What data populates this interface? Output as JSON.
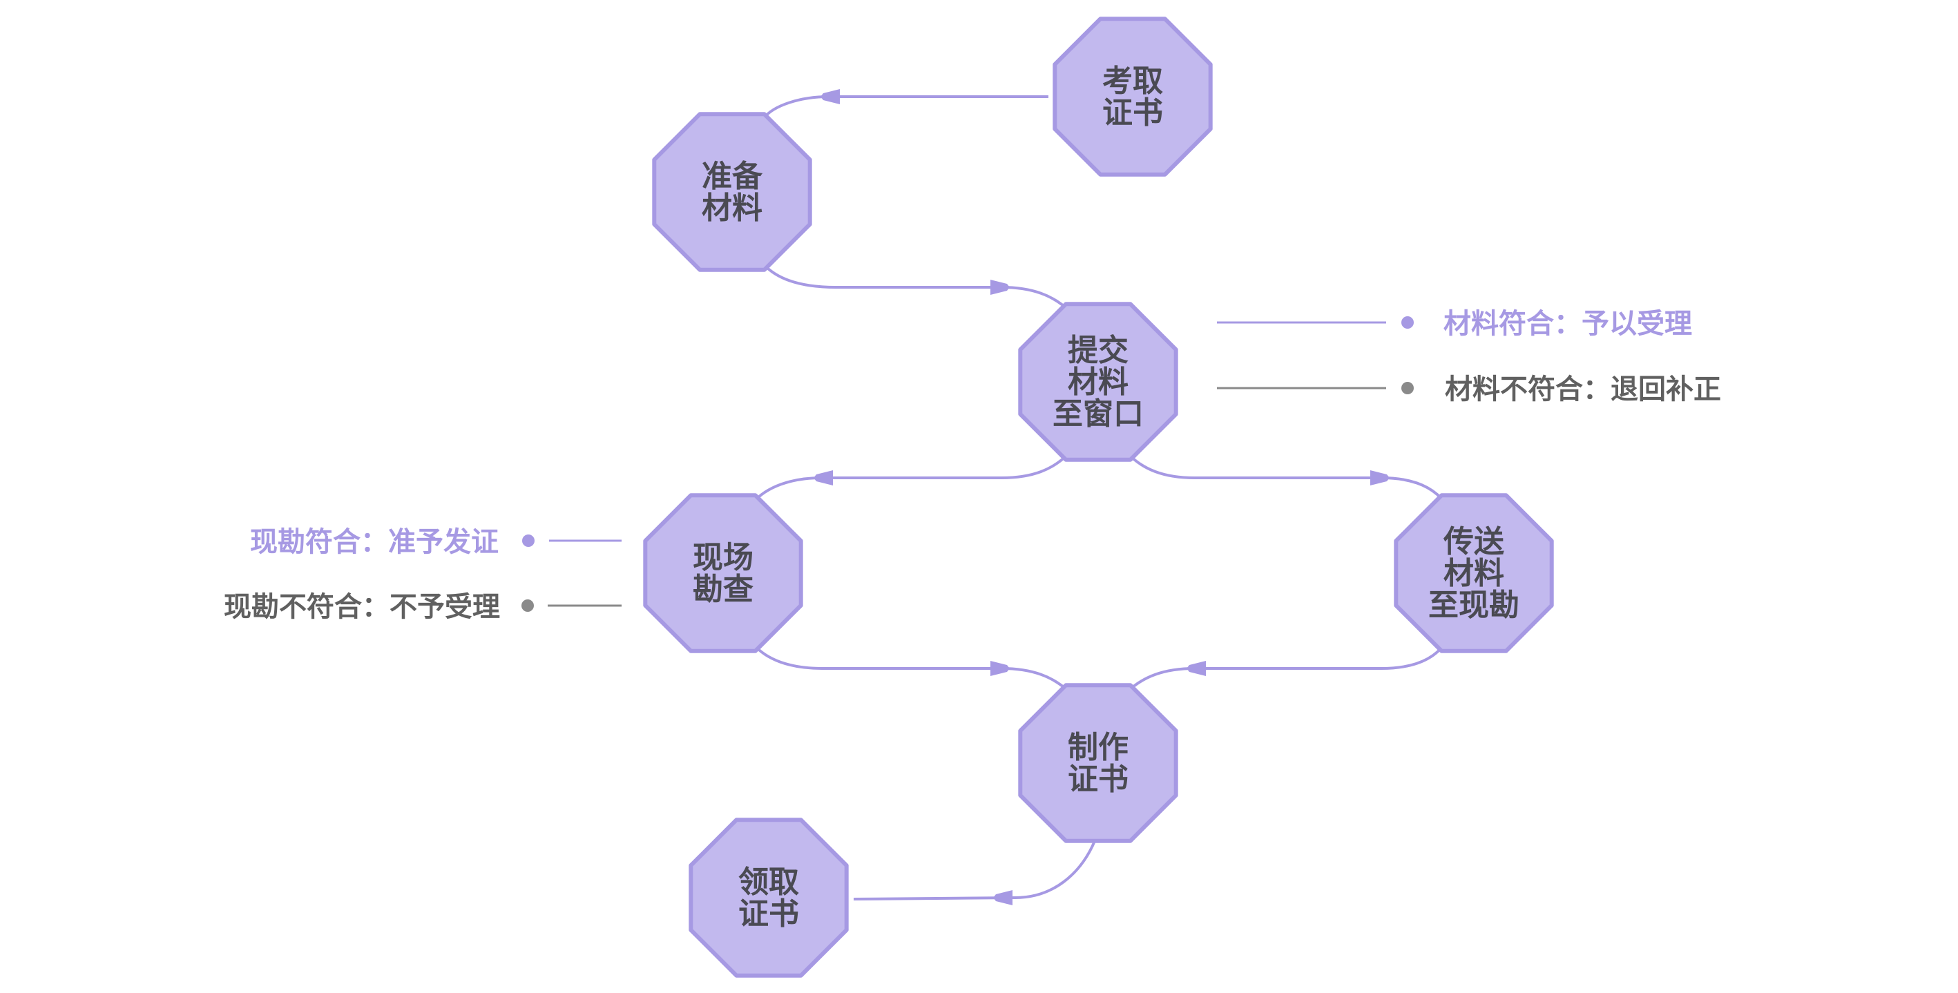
{
  "colors": {
    "node_fill": "#c2b9ee",
    "node_stroke": "#a699e3",
    "connector": "#a699e3",
    "accept": "#a699e3",
    "reject": "#8a8a8a",
    "label_text": "#4a4a52",
    "reject_text": "#606060"
  },
  "nodes": {
    "exam_certificate": {
      "lines": [
        "考取",
        "证书"
      ]
    },
    "prepare_materials": {
      "lines": [
        "准备",
        "材料"
      ]
    },
    "submit_materials": {
      "lines": [
        "提交",
        "材料",
        "至窗口"
      ]
    },
    "site_inspection": {
      "lines": [
        "现场",
        "勘查"
      ]
    },
    "forward_materials": {
      "lines": [
        "传送",
        "材料",
        "至现勘"
      ]
    },
    "make_certificate": {
      "lines": [
        "制作",
        "证书"
      ]
    },
    "collect_certificate": {
      "lines": [
        "领取",
        "证书"
      ]
    }
  },
  "annotations": {
    "materials_accepted": "材料符合：予以受理",
    "materials_rejected": "材料不符合：退回补正",
    "inspection_passed": "现勘符合：准予发证",
    "inspection_failed": "现勘不符合：不予受理"
  }
}
